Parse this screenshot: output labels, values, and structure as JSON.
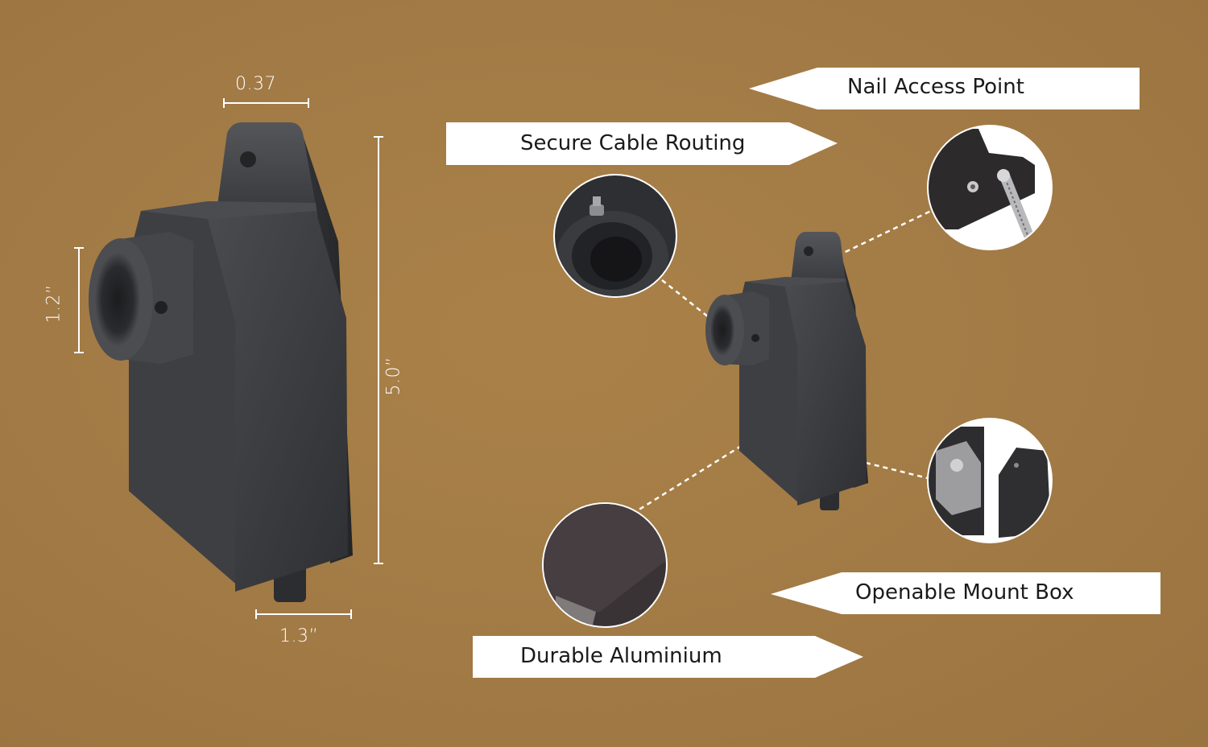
{
  "colors": {
    "background": "#a27a45",
    "product": "#3a3b3e",
    "banner": "#ffffff",
    "text": "#1a1a1a",
    "dimension": "#ffffff"
  },
  "dimensions": {
    "thickness": "0.37",
    "bore": "1.2”",
    "height": "5.0”",
    "width": "1.3”"
  },
  "callouts": {
    "nail_access": "Nail Access Point",
    "cable_routing": "Secure Cable Routing",
    "mount_box": "Openable Mount Box",
    "aluminium": "Durable Aluminium"
  },
  "icons": {
    "product_large": "mount-bracket-icon",
    "product_small": "mount-bracket-icon",
    "detail_nail": "nail-screw-icon",
    "detail_cable": "cable-bore-icon",
    "detail_box": "open-box-icon",
    "detail_metal": "metal-surface-icon"
  }
}
